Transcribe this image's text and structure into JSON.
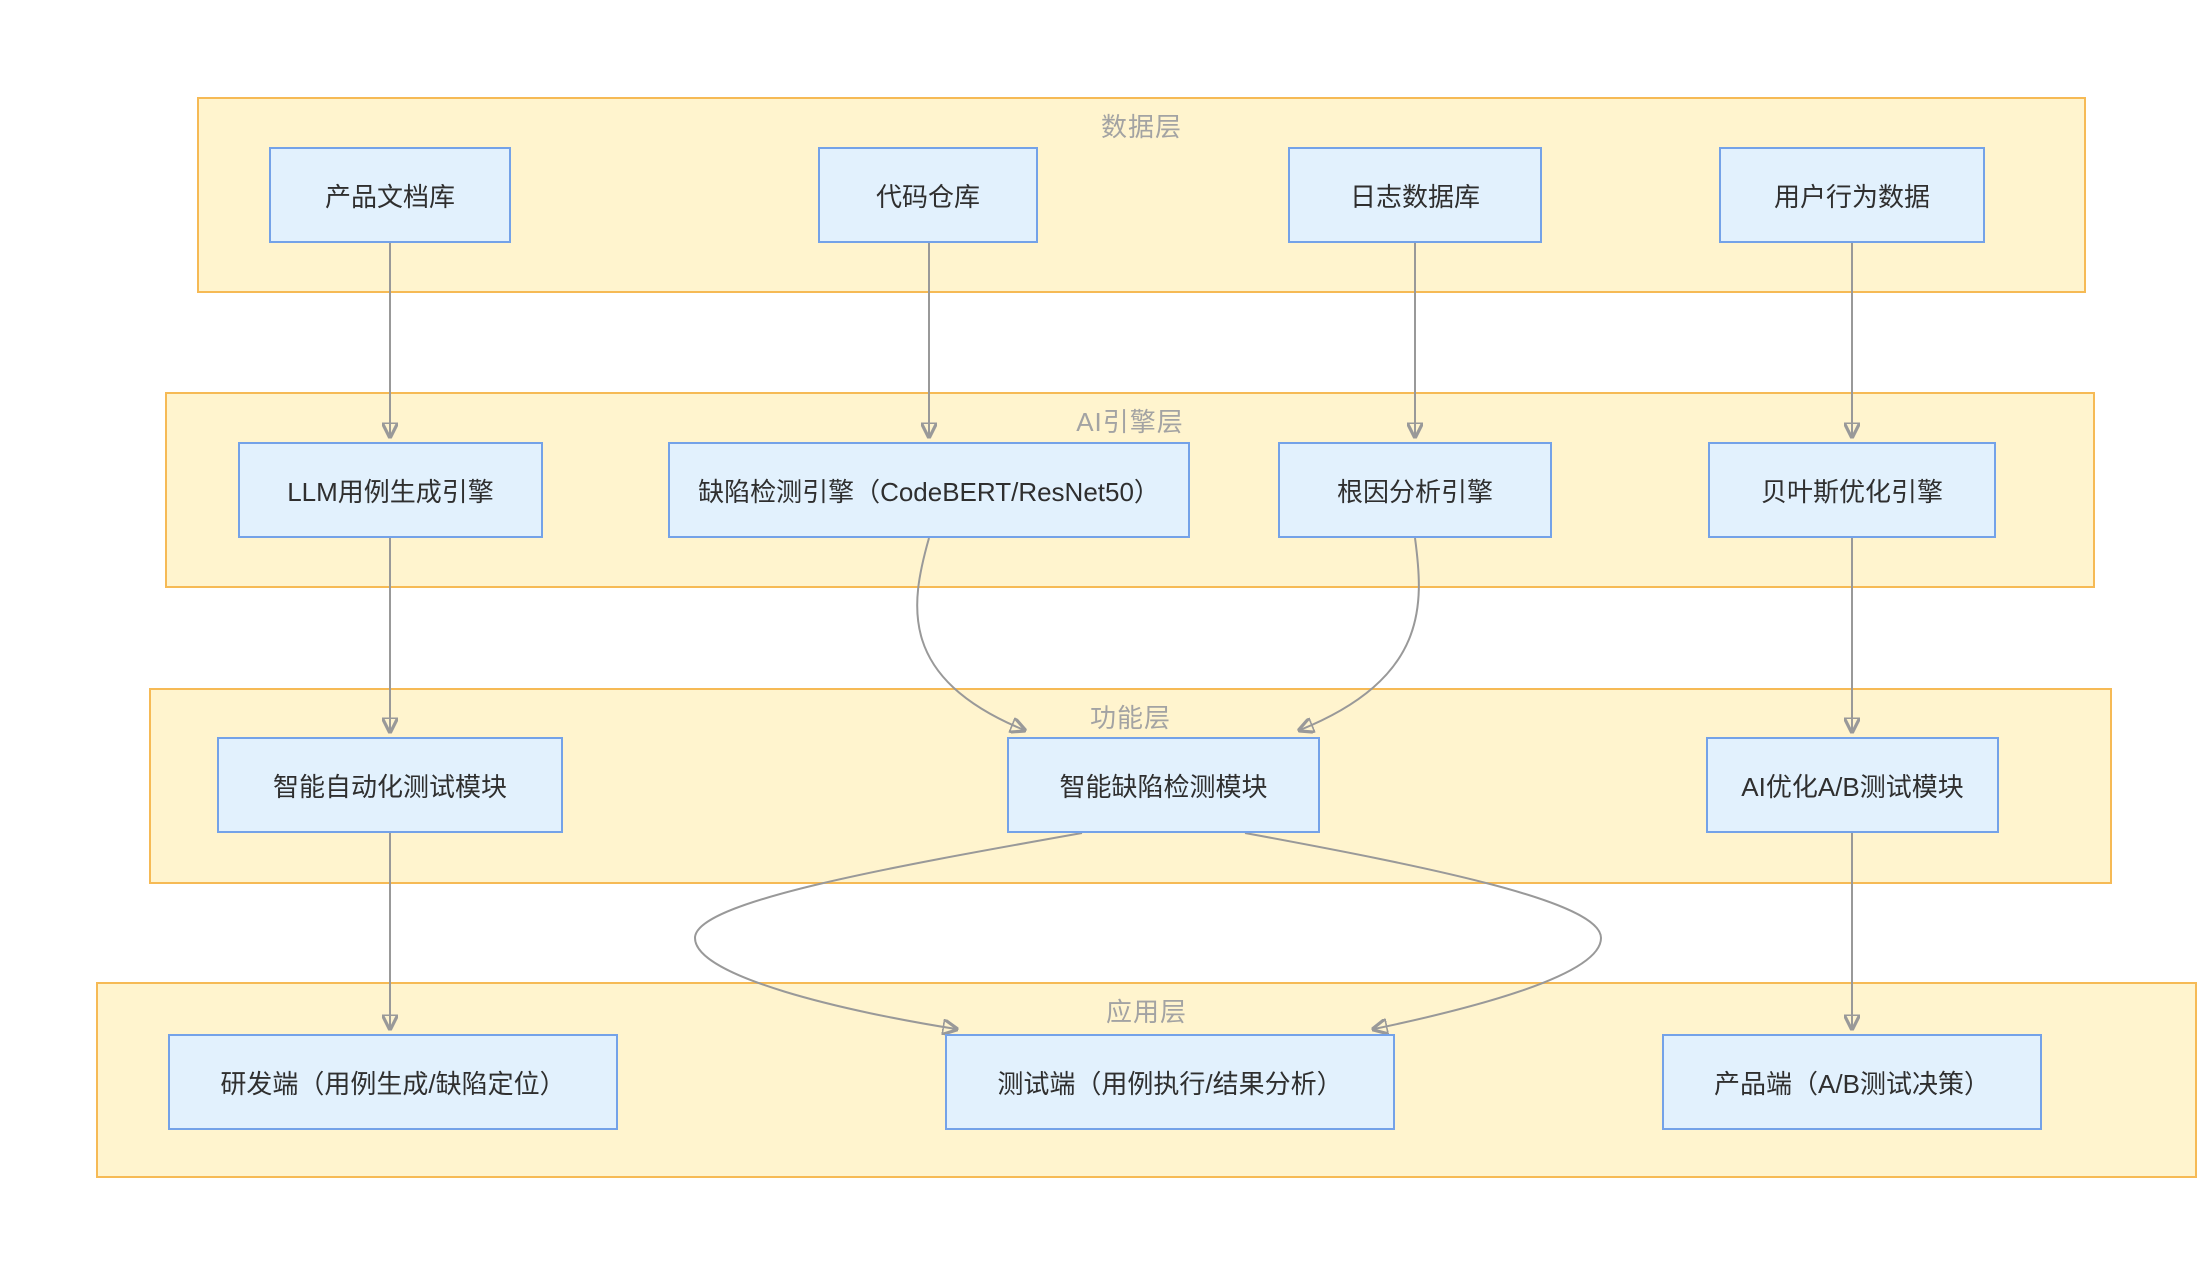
{
  "diagram": {
    "layers": [
      {
        "id": "data",
        "label": "数据层"
      },
      {
        "id": "ai_engine",
        "label": "AI引擎层"
      },
      {
        "id": "function",
        "label": "功能层"
      },
      {
        "id": "application",
        "label": "应用层"
      }
    ],
    "nodes": [
      {
        "id": "product_docs",
        "layer": "数据层",
        "label": "产品文档库"
      },
      {
        "id": "code_repo",
        "layer": "数据层",
        "label": "代码仓库"
      },
      {
        "id": "log_db",
        "layer": "数据层",
        "label": "日志数据库"
      },
      {
        "id": "user_behavior",
        "layer": "数据层",
        "label": "用户行为数据"
      },
      {
        "id": "llm_engine",
        "layer": "AI引擎层",
        "label": "LLM用例生成引擎"
      },
      {
        "id": "defect_engine",
        "layer": "AI引擎层",
        "label": "缺陷检测引擎（CodeBERT/ResNet50）"
      },
      {
        "id": "root_cause_engine",
        "layer": "AI引擎层",
        "label": "根因分析引擎"
      },
      {
        "id": "bayes_engine",
        "layer": "AI引擎层",
        "label": "贝叶斯优化引擎"
      },
      {
        "id": "auto_test_module",
        "layer": "功能层",
        "label": "智能自动化测试模块"
      },
      {
        "id": "defect_module",
        "layer": "功能层",
        "label": "智能缺陷检测模块"
      },
      {
        "id": "ab_test_module",
        "layer": "功能层",
        "label": "AI优化A/B测试模块"
      },
      {
        "id": "dev_client",
        "layer": "应用层",
        "label": "研发端（用例生成/缺陷定位）"
      },
      {
        "id": "test_client",
        "layer": "应用层",
        "label": "测试端（用例执行/结果分析）"
      },
      {
        "id": "product_client",
        "layer": "应用层",
        "label": "产品端（A/B测试决策）"
      }
    ],
    "edges": [
      {
        "from": "product_docs",
        "to": "llm_engine"
      },
      {
        "from": "code_repo",
        "to": "defect_engine"
      },
      {
        "from": "log_db",
        "to": "root_cause_engine"
      },
      {
        "from": "user_behavior",
        "to": "bayes_engine"
      },
      {
        "from": "llm_engine",
        "to": "auto_test_module"
      },
      {
        "from": "defect_engine",
        "to": "defect_module"
      },
      {
        "from": "root_cause_engine",
        "to": "defect_module"
      },
      {
        "from": "bayes_engine",
        "to": "ab_test_module"
      },
      {
        "from": "auto_test_module",
        "to": "dev_client"
      },
      {
        "from": "defect_module",
        "to": "test_client"
      },
      {
        "from": "defect_module",
        "to": "test_client"
      },
      {
        "from": "ab_test_module",
        "to": "product_client"
      }
    ],
    "colors": {
      "layer_fill": "#FFF4CE",
      "layer_border": "#F6BA55",
      "layer_label_text": "#A3A3A3",
      "node_fill": "#E2F1FD",
      "node_border": "#74A2E8",
      "node_text": "#2F2F2F",
      "edge_stroke": "#999999",
      "arrowhead_fill": "#8C8C8C",
      "background": "#FFFFFF"
    }
  }
}
